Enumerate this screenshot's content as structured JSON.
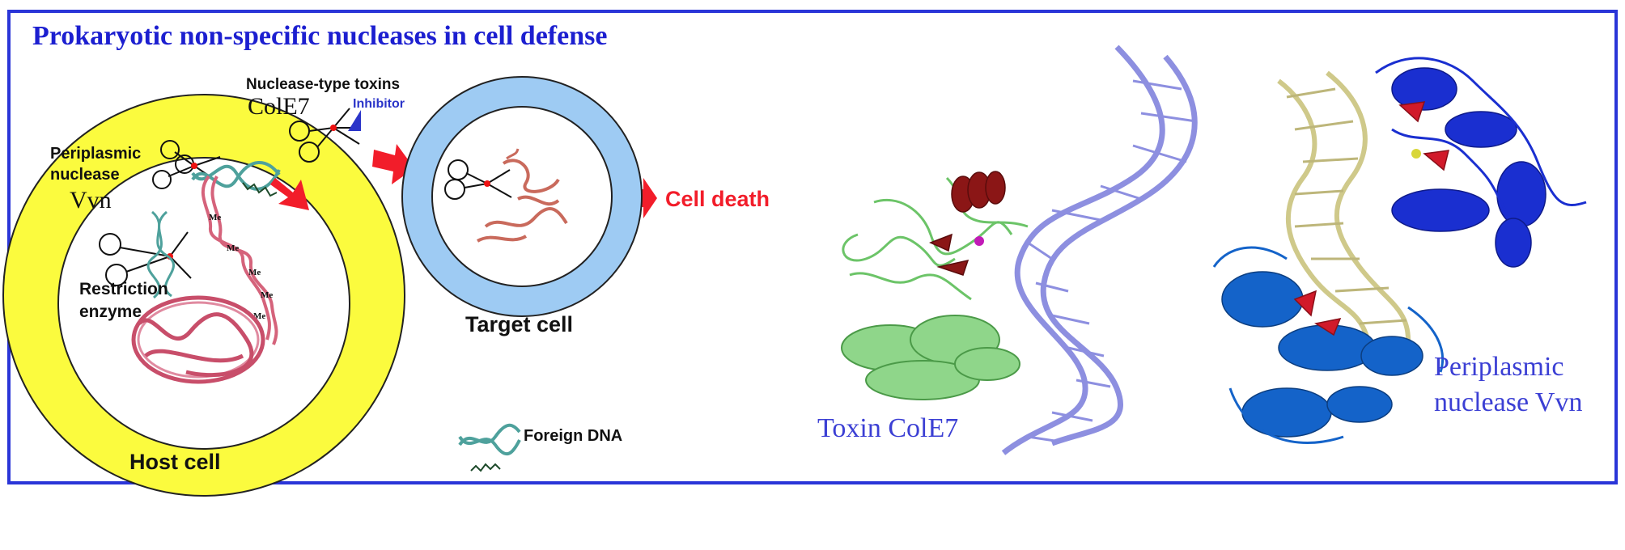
{
  "title": "Prokaryotic non-specific nucleases in cell defense",
  "labels": {
    "nuclease_toxins": "Nuclease-type toxins",
    "cole7_small": "ColE7",
    "inhibitor": "Inhibitor",
    "periplasmic_nuclease": "Periplasmic\nnuclease",
    "vvn": "Vvn",
    "restriction_enzyme": "Restriction\nenzyme",
    "methyl": "Me",
    "host_cell": "Host cell",
    "target_cell": "Target cell",
    "cell_death": "Cell death",
    "foreign_dna": "Foreign DNA",
    "toxin_structure": "Toxin ColE7",
    "vvn_structure": "Periplasmic\nnuclease Vvn"
  },
  "colors": {
    "frame": "#2a35d8",
    "title": "#1c1fd0",
    "host_ring": "#fbfb3e",
    "target_ring": "#9ecbf3",
    "arrow": "#f21d2a",
    "inhibitor": "#2b35c9",
    "dna_pink": "#d5637b",
    "dna_teal": "#4ea19c",
    "toxin_green": "#8fd68a",
    "toxin_red": "#8b1616",
    "dna_purple": "#8d8fe0",
    "dna_yellow": "#cfc98a",
    "vvn_blue": "#1463c9",
    "vvn_dark_blue": "#1a2fd0",
    "vvn_red": "#d11a2a"
  }
}
